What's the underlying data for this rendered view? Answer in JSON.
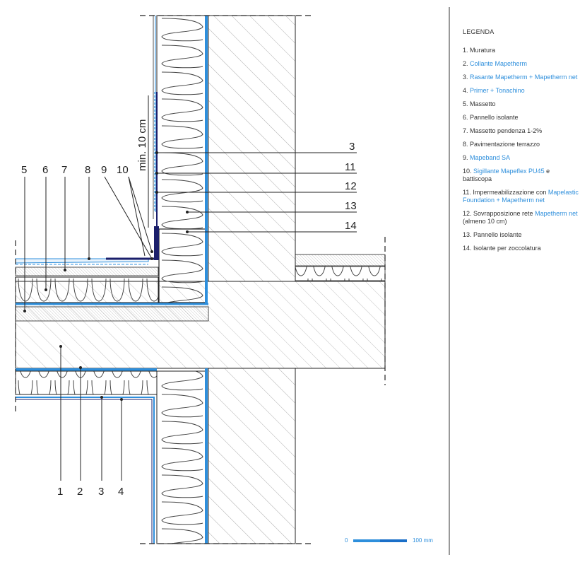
{
  "callouts": {
    "n1": "1",
    "n2": "2",
    "n3": "3",
    "n4": "4",
    "n5": "5",
    "n6": "6",
    "n7": "7",
    "n8": "8",
    "n9": "9",
    "n10": "10",
    "n11": "11",
    "n12": "12",
    "n13": "13",
    "n14": "14"
  },
  "min_label": "min. 10 cm",
  "legend": {
    "title": "LEGENDA",
    "items": [
      {
        "num": "1. ",
        "parts": [
          "Muratura"
        ]
      },
      {
        "num": "2. ",
        "parts": [
          "Collante Mapetherm"
        ]
      },
      {
        "num": "3. ",
        "parts": [
          "Rasante Mapetherm + Mapetherm net"
        ]
      },
      {
        "num": "4. ",
        "parts": [
          "Primer + Tonachino"
        ]
      },
      {
        "num": "5. ",
        "parts": [
          "Massetto"
        ]
      },
      {
        "num": "6. ",
        "parts": [
          "Pannello isolante"
        ]
      },
      {
        "num": "7. ",
        "parts": [
          "Massetto pendenza 1-2%"
        ]
      },
      {
        "num": "8. ",
        "parts": [
          "Pavimentazione terrazzo"
        ]
      },
      {
        "num": "9. ",
        "parts": [
          "Mapeband SA"
        ]
      },
      {
        "num": "10. ",
        "parts": [
          "Sigillante Mapeflex PU45",
          " e battiscopa"
        ]
      },
      {
        "num": "11. ",
        "parts": [
          "Impermeabilizzazione con ",
          "Mapelastic Foundation + Mapetherm net"
        ]
      },
      {
        "num": "12. ",
        "parts": [
          "Sovrapposizione rete ",
          "Mapetherm net",
          " (almeno 10 cm)"
        ]
      },
      {
        "num": "13. ",
        "parts": [
          "Pannello isolante"
        ]
      },
      {
        "num": "14. ",
        "parts": [
          "Isolante per zoccolatura"
        ]
      }
    ]
  },
  "scale": {
    "start": "0",
    "end": "100 mm"
  },
  "colors": {
    "blue": "#2e8fdc",
    "navy": "#1b1f6b",
    "line": "#222222",
    "hatch": "#888888"
  }
}
